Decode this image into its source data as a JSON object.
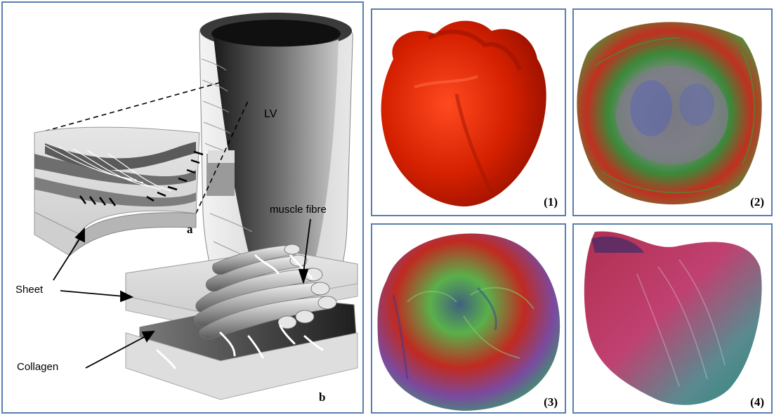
{
  "left_panel": {
    "lv_label": "LV",
    "subfigure_a": "a",
    "subfigure_b": "b",
    "annotations": {
      "muscle_fibre": "muscle fibre",
      "sheet": "Sheet",
      "collagen": "Collagen"
    }
  },
  "right_panels": [
    {
      "label": "(1)"
    },
    {
      "label": "(2)"
    },
    {
      "label": "(3)"
    },
    {
      "label": "(4)"
    }
  ],
  "colors": {
    "border": "#5a7eb0",
    "heart_red": "#d42000"
  }
}
